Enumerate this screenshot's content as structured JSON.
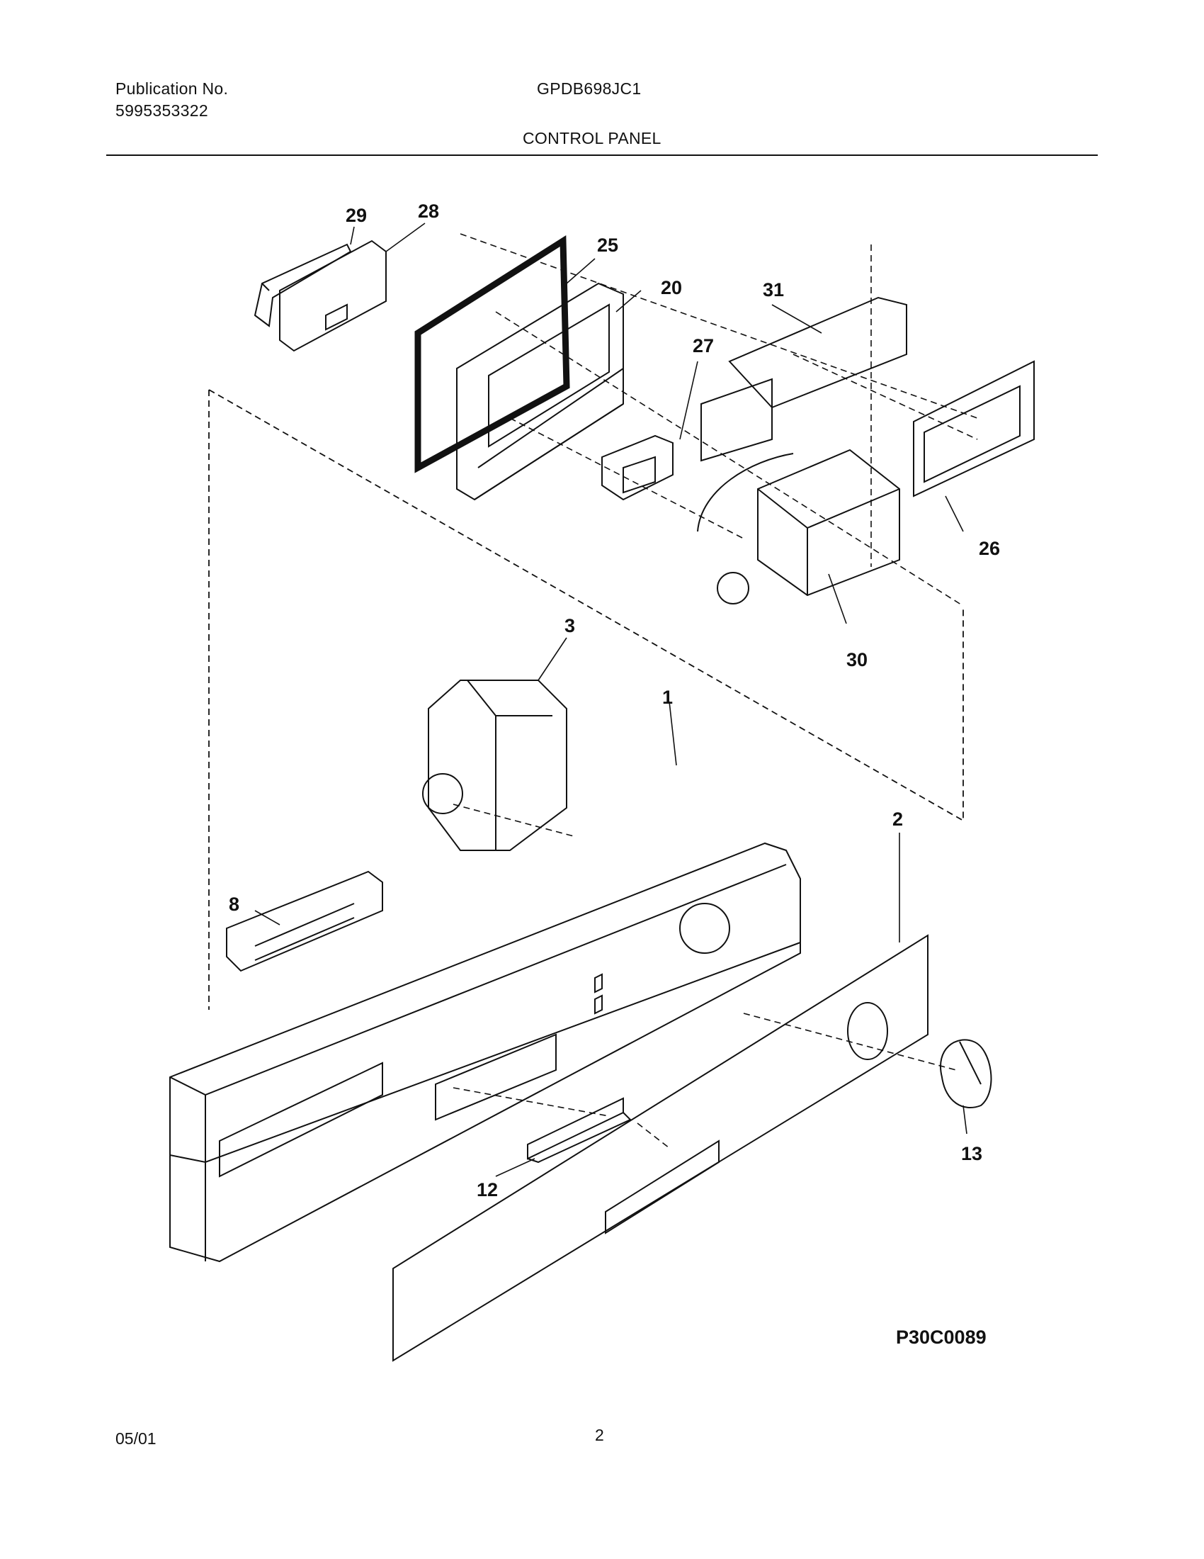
{
  "header": {
    "publication_label": "Publication No.",
    "publication_number": "5995353322",
    "model": "GPDB698JC1",
    "section_title": "CONTROL PANEL"
  },
  "callouts": [
    {
      "id": "c29",
      "text": "29"
    },
    {
      "id": "c28",
      "text": "28"
    },
    {
      "id": "c25",
      "text": "25"
    },
    {
      "id": "c20",
      "text": "20"
    },
    {
      "id": "c31",
      "text": "31"
    },
    {
      "id": "c27",
      "text": "27"
    },
    {
      "id": "c26",
      "text": "26"
    },
    {
      "id": "c30",
      "text": "30"
    },
    {
      "id": "c3",
      "text": "3"
    },
    {
      "id": "c1",
      "text": "1"
    },
    {
      "id": "c2",
      "text": "2"
    },
    {
      "id": "c8",
      "text": "8"
    },
    {
      "id": "c12",
      "text": "12"
    },
    {
      "id": "c13",
      "text": "13"
    }
  ],
  "diagram_code": "P30C0089",
  "footer": {
    "date": "05/01",
    "page_number": "2"
  }
}
